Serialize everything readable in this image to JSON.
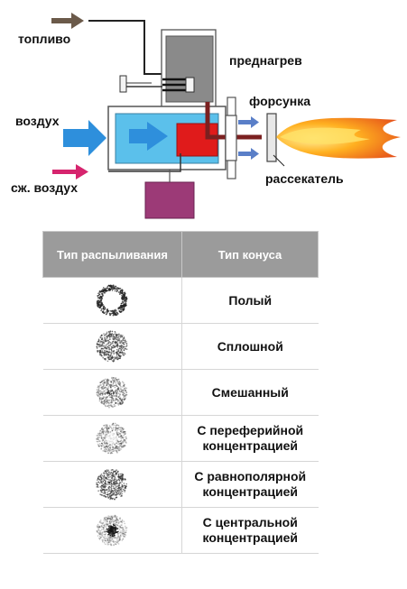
{
  "diagram": {
    "labels": {
      "fuel": "топливо",
      "preheat": "преднагрев",
      "nozzle": "форсунка",
      "air": "воздух",
      "compressed_air": "сж. воздух",
      "diffuser": "рассекатель"
    },
    "colors": {
      "housing": "#5bc0eb",
      "air_arrow": "#2e8fdc",
      "fuel_pipe": "#7b2020",
      "nozzle_block": "#e01b1b",
      "compressed_air_arrow": "#d6246e",
      "pump": "#9c3a77",
      "heater": "#8a8a8a",
      "flame_outer": "#ff9a1a",
      "flame_inner": "#ffe066"
    }
  },
  "table": {
    "headers": [
      "Тип распыливания",
      "Тип конуса"
    ],
    "rows": [
      {
        "pattern": "hollow-ring",
        "cone": "Полый"
      },
      {
        "pattern": "solid-spot",
        "cone": "Сплошной"
      },
      {
        "pattern": "mixed-spot",
        "cone": "Смешанный"
      },
      {
        "pattern": "peripheral-spot",
        "cone": "С переферийной концентрацией"
      },
      {
        "pattern": "uniform-spot",
        "cone": "С равнополярной концентрацией"
      },
      {
        "pattern": "central-spot",
        "cone": "С центральной концентрацией"
      }
    ]
  }
}
